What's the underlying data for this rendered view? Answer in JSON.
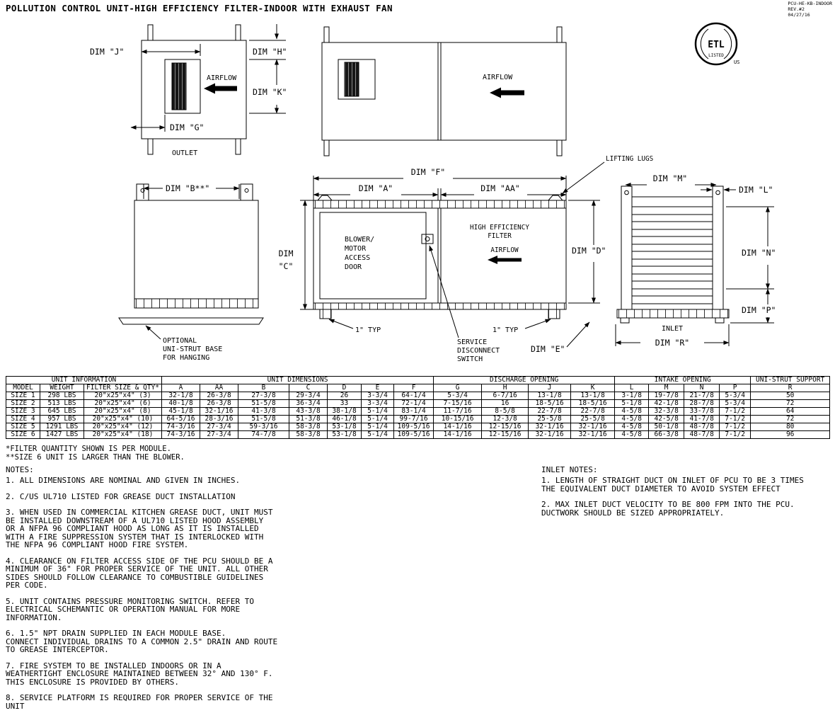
{
  "title": "POLLUTION CONTROL UNIT-HIGH EFFICIENCY FILTER-INDOOR WITH EXHAUST FAN",
  "title_block": {
    "drawing_number": "PCU-HE-KB-INDOOR",
    "revision": "REV.#2",
    "date": "04/27/16"
  },
  "etl_mark": {
    "text": "ETL",
    "listed": "LISTED",
    "us": "US"
  },
  "views": {
    "outlet": {
      "dim_j": "DIM \"J\"",
      "dim_h": "DIM \"H\"",
      "dim_k": "DIM \"K\"",
      "dim_g": "DIM \"G\"",
      "airflow": "AIRFLOW",
      "label": "OUTLET"
    },
    "side": {
      "airflow": "AIRFLOW"
    },
    "hanging": {
      "dim_b": "DIM \"B**\"",
      "caption": [
        "OPTIONAL",
        "UNI-STRUT BASE",
        "FOR HANGING"
      ]
    },
    "front": {
      "dim_f": "DIM \"F\"",
      "dim_a": "DIM \"A\"",
      "dim_aa": "DIM \"AA\"",
      "lifting_lugs": "LIFTING LUGS",
      "blower_door": [
        "BLOWER/",
        "MOTOR",
        "ACCESS",
        "DOOR"
      ],
      "filter": [
        "HIGH EFFICIENCY",
        "FILTER"
      ],
      "airflow": "AIRFLOW",
      "dim_c": [
        "DIM",
        "\"C\""
      ],
      "dim_d": "DIM \"D\"",
      "typ": "1\" TYP",
      "service_switch": [
        "SERVICE",
        "DISCONNECT",
        "SWITCH"
      ],
      "dim_e": "DIM \"E\""
    },
    "intake": {
      "dim_m": "DIM \"M\"",
      "dim_l": "DIM \"L\"",
      "dim_n": "DIM \"N\"",
      "dim_p": "DIM \"P\"",
      "label": "INLET",
      "dim_r": "DIM \"R\""
    }
  },
  "table": {
    "groups": [
      {
        "label": "UNIT INFORMATION",
        "span": 3
      },
      {
        "label": "UNIT DIMENSIONS",
        "span": 7
      },
      {
        "label": "DISCHARGE OPENING",
        "span": 4
      },
      {
        "label": "INTAKE OPENING",
        "span": 4
      },
      {
        "label": "UNI-STRUT SUPPORT",
        "span": 1
      }
    ],
    "headers": [
      "MODEL",
      "WEIGHT",
      "FILTER SIZE & QTY*",
      "A",
      "AA",
      "B",
      "C",
      "D",
      "E",
      "F",
      "G",
      "H",
      "J",
      "K",
      "L",
      "M",
      "N",
      "P",
      "R"
    ],
    "rows": [
      [
        "SIZE 1",
        "298 LBS",
        "20\"x25\"x4\" (3)",
        "32-1/8",
        "26-3/8",
        "27-3/8",
        "29-3/4",
        "26",
        "3-3/4",
        "64-1/4",
        "5-3/4",
        "6-7/16",
        "13-1/8",
        "13-1/8",
        "3-1/8",
        "19-7/8",
        "21-7/8",
        "5-3/4",
        "50"
      ],
      [
        "SIZE 2",
        "513 LBS",
        "20\"x25\"x4\" (6)",
        "40-1/8",
        "26-3/8",
        "51-5/8",
        "36-3/4",
        "33",
        "3-3/4",
        "72-1/4",
        "7-15/16",
        "16",
        "18-5/16",
        "18-5/16",
        "5-1/8",
        "42-1/8",
        "28-7/8",
        "5-3/4",
        "72"
      ],
      [
        "SIZE 3",
        "645 LBS",
        "20\"x25\"x4\" (8)",
        "45-1/8",
        "32-1/16",
        "41-3/8",
        "43-3/8",
        "38-1/8",
        "5-1/4",
        "83-1/4",
        "11-7/16",
        "8-5/8",
        "22-7/8",
        "22-7/8",
        "4-5/8",
        "32-3/8",
        "33-7/8",
        "7-1/2",
        "64"
      ],
      [
        "SIZE 4",
        "957 LBS",
        "20\"x25\"x4\" (10)",
        "64-5/16",
        "28-3/16",
        "51-5/8",
        "51-3/8",
        "46-1/8",
        "5-1/4",
        "99-7/16",
        "10-15/16",
        "12-3/8",
        "25-5/8",
        "25-5/8",
        "4-5/8",
        "42-5/8",
        "41-7/8",
        "7-1/2",
        "72"
      ],
      [
        "SIZE 5",
        "1291 LBS",
        "20\"x25\"x4\" (12)",
        "74-3/16",
        "27-3/4",
        "59-3/16",
        "58-3/8",
        "53-1/8",
        "5-1/4",
        "109-5/16",
        "14-1/16",
        "12-15/16",
        "32-1/16",
        "32-1/16",
        "4-5/8",
        "50-1/8",
        "48-7/8",
        "7-1/2",
        "80"
      ],
      [
        "SIZE 6",
        "1427 LBS",
        "20\"x25\"x4\" (18)",
        "74-3/16",
        "27-3/4",
        "74-7/8",
        "58-3/8",
        "53-1/8",
        "5-1/4",
        "109-5/16",
        "14-1/16",
        "12-15/16",
        "32-1/16",
        "32-1/16",
        "4-5/8",
        "66-3/8",
        "48-7/8",
        "7-1/2",
        "96"
      ]
    ]
  },
  "footnotes": [
    "*FILTER QUANTITY SHOWN IS PER MODULE.",
    "**SIZE 6 UNIT IS LARGER THAN THE BLOWER."
  ],
  "notes": {
    "heading": "NOTES:",
    "items": [
      "1. ALL DIMENSIONS ARE NOMINAL AND GIVEN IN INCHES.",
      "2. C/US UL710 LISTED FOR GREASE DUCT INSTALLATION",
      "3. WHEN USED IN COMMERCIAL KITCHEN GREASE DUCT, UNIT MUST\nBE INSTALLED DOWNSTREAM OF A UL710 LISTED HOOD ASSEMBLY\nOR A NFPA 96 COMPLIANT HOOD AS LONG AS IT IS INSTALLED\nWITH A FIRE SUPPRESSION SYSTEM THAT IS INTERLOCKED WITH\nTHE NFPA 96 COMPLIANT HOOD FIRE SYSTEM.",
      "4. CLEARANCE ON FILTER ACCESS SIDE OF THE PCU SHOULD BE A\nMINIMUM OF 36\" FOR PROPER SERVICE OF THE UNIT. ALL OTHER\nSIDES SHOULD FOLLOW CLEARANCE TO COMBUSTIBLE GUIDELINES\nPER CODE.",
      "5. UNIT CONTAINS PRESSURE MONITORING SWITCH. REFER TO\nELECTRICAL SCHEMANTIC OR OPERATION MANUAL FOR MORE\nINFORMATION.",
      "6. 1.5\" NPT DRAIN SUPPLIED IN EACH MODULE BASE.\nCONNECT INDIVIDUAL DRAINS TO A COMMON 2.5\" DRAIN AND ROUTE\nTO GREASE INTERCEPTOR.",
      "7. FIRE SYSTEM TO BE INSTALLED INDOORS OR IN A\nWEATHERTIGHT ENCLOSURE MAINTAINED BETWEEN 32° AND 130° F.\nTHIS ENCLOSURE IS PROVIDED BY OTHERS.",
      "8. SERVICE PLATFORM IS REQUIRED FOR PROPER SERVICE OF THE\nUNIT"
    ]
  },
  "inlet_notes": {
    "heading": "INLET NOTES:",
    "items": [
      "1. LENGTH OF STRAIGHT DUCT ON INLET OF PCU TO BE 3 TIMES\nTHE EQUIVALENT DUCT DIAMETER TO AVOID SYSTEM EFFECT",
      "2. MAX INLET DUCT VELOCITY TO BE 800 FPM INTO THE PCU.\nDUCTWORK SHOULD BE SIZED APPROPRIATELY."
    ]
  }
}
